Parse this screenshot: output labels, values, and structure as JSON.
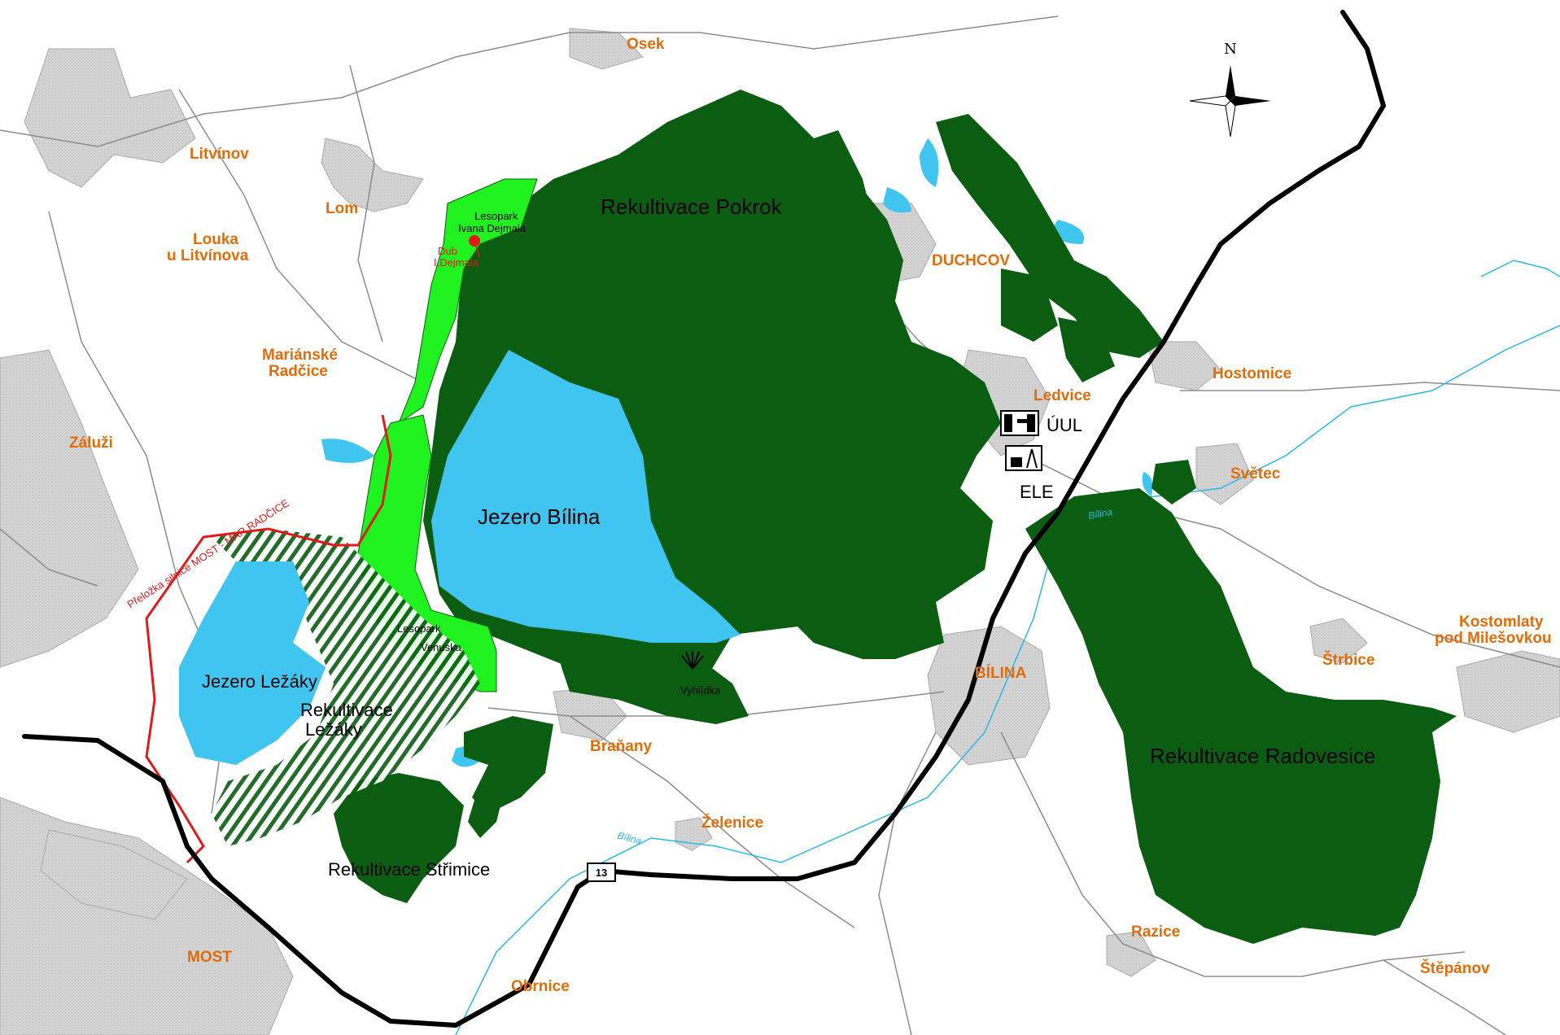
{
  "map": {
    "towns": {
      "osek": "Osek",
      "litvinov": "Litvínov",
      "lom": "Lom",
      "louka_1": "Louka",
      "louka_2": "u Litvínova",
      "marianske_1": "Mariánské",
      "marianske_2": "Radčice",
      "zaluzi": "Záluži",
      "duchcov": "DUCHCOV",
      "hostomice": "Hostomice",
      "ledvice": "Ledvice",
      "svetec": "Světec",
      "kostomlaty_1": "Kostomlaty",
      "kostomlaty_2": "pod Milešovkou",
      "strbice": "Štrbice",
      "bilina": "BÍLINA",
      "branany": "Braňany",
      "zelenice": "Želenice",
      "most": "MOST",
      "obrnice": "Obrnice",
      "razice": "Razice",
      "stepanov": "Štěpánov"
    },
    "regions": {
      "pokrok": "Rekultivace Pokrok",
      "jezero_bilina": "Jezero Bílina",
      "jezero_lezaky": "Jezero Ležáky",
      "lezaky_1": "Rekultivace",
      "lezaky_2": "Ležáky",
      "strimice": "Rekultivace Střimice",
      "radovesice": "Rekultivace Radovesice"
    },
    "parks": {
      "lesopark_dejmal_1": "Lesopark",
      "lesopark_dejmal_2": "Ivana Dejmala",
      "dub_1": "Dub",
      "dub_2": "I.Dejmala",
      "lesopark_venuska_1": "Lesopark",
      "lesopark_venuska_2": "Venuska",
      "vyhlidka": "Vyhlídka"
    },
    "facilities": {
      "uul": "ÚUL",
      "ele": "ELE"
    },
    "rivers": {
      "bilina_1": "Bílina",
      "bilina_2": "Bílina"
    },
    "road_label": "Přeložka silnice MOST - MAR.RADČICE",
    "road_shield": "13",
    "compass_n": "N",
    "colors": {
      "reclamation_dark": "#0b5d12",
      "reclamation_light": "#1ff21f",
      "lake": "#3fc5f0",
      "urban": "#d0d0d0",
      "orange_text": "#e36c0a",
      "red_route": "#e0191b",
      "river": "#29b7e8"
    }
  }
}
